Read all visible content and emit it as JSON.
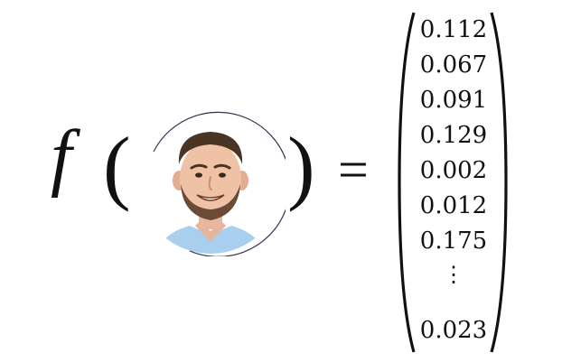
{
  "function_symbol": "f",
  "open_paren": "(",
  "close_paren": ")",
  "equals_sign": "=",
  "input_image": "face-photo",
  "vector": {
    "values": [
      "0.112",
      "0.067",
      "0.091",
      "0.129",
      "0.002",
      "0.012",
      "0.175"
    ],
    "ellipsis": "⋮",
    "last_value": "0.023"
  }
}
